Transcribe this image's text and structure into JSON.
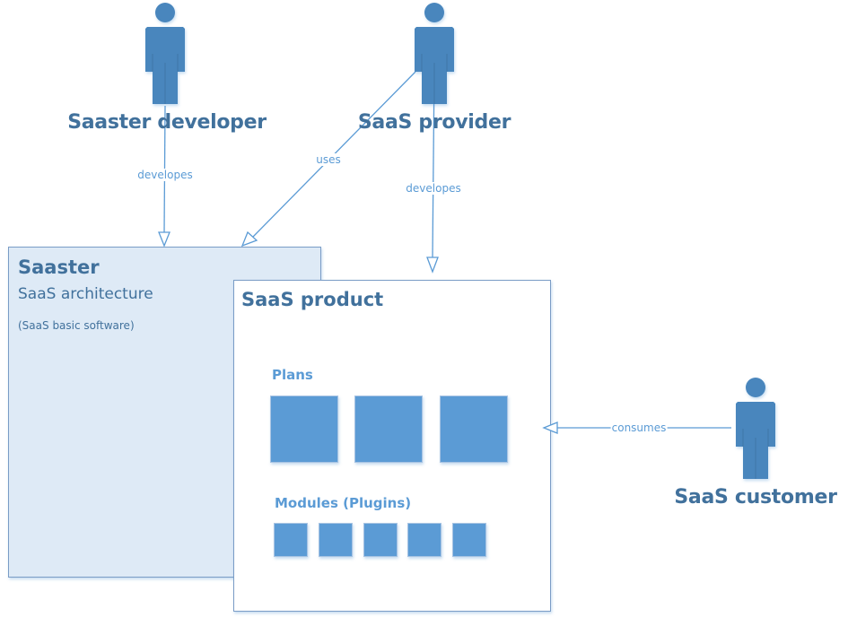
{
  "colors": {
    "actor_fill": "#4a86bd",
    "text_dark_blue": "#41719c",
    "accent_blue": "#5b9bd5",
    "saaster_box_fill": "#deeaf6",
    "box_border": "#7a9cc6"
  },
  "actors": [
    {
      "id": "saaster-developer",
      "label": "Saaster developer",
      "icon": "person-icon"
    },
    {
      "id": "saas-provider",
      "label": "SaaS provider",
      "icon": "person-icon"
    },
    {
      "id": "saas-customer",
      "label": "SaaS customer",
      "icon": "person-icon"
    }
  ],
  "boxes": {
    "saaster": {
      "title": "Saaster",
      "subtitle": "SaaS architecture",
      "note": "(SaaS basic software)"
    },
    "product": {
      "title": "SaaS product",
      "plans_label": "Plans",
      "plans_count": 3,
      "modules_label": "Modules (Plugins)",
      "modules_count": 5
    }
  },
  "edges": [
    {
      "from": "Saaster developer",
      "to": "Saaster",
      "label": "developes"
    },
    {
      "from": "SaaS provider",
      "to": "Saaster",
      "label": "uses"
    },
    {
      "from": "SaaS provider",
      "to": "SaaS product",
      "label": "developes"
    },
    {
      "from": "SaaS customer",
      "to": "SaaS product",
      "label": "consumes"
    }
  ]
}
